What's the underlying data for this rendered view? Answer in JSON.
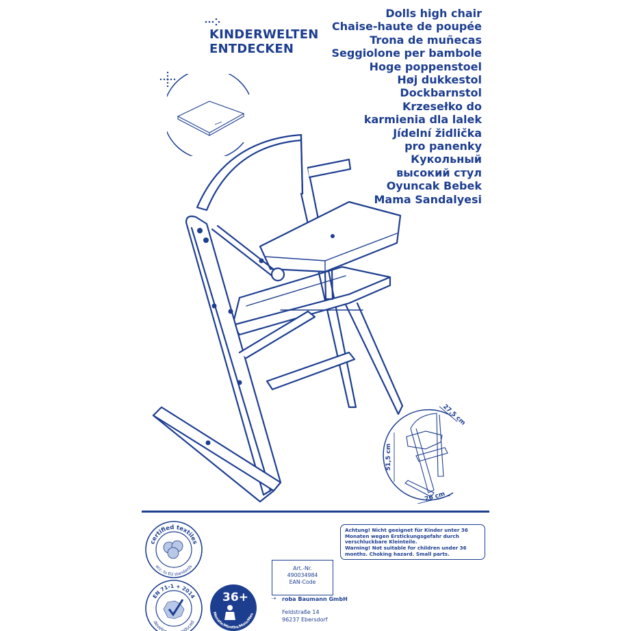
{
  "brand": {
    "line1": "KINDERWELTEN",
    "line2": "ENTDECKEN"
  },
  "titles": [
    "Dolls high chair",
    "Chaise-haute de poupée",
    "Trona de muñecas",
    "Seggiolone per bambole",
    "Hoge poppenstoel",
    "Høj dukkestol",
    "Dockbarnstol",
    "Krzesełko do",
    "karmienia dla lalek",
    "Jídelní židlička",
    "pro panenky",
    "Кукольный",
    "высокий стул",
    "Oyuncak Bebek",
    "Mama Sandalyesi"
  ],
  "dimensions": {
    "width": "26 cm",
    "depth": "27,5 cm",
    "height": "51,5 cm"
  },
  "warning": {
    "de": "Achtung! Nicht geeignet für Kinder unter 36 Monaten wegen Erstickungsgefahr durch verschluckbare Kleinteile.",
    "en": "Warning! Not suitable for children under 36 months. Choking hazard. Small parts."
  },
  "article": {
    "label": "Art.-Nr.",
    "number": "490034984",
    "ean_label": "EAN-Code"
  },
  "company": {
    "name": "roba Baumann GmbH",
    "street": "Feldstraße 14",
    "city": "96237 Ebersdorf"
  },
  "badges": {
    "textiles_top": "certified textiles",
    "textiles_bottom": "acc. to EU standards",
    "en_top": "EN 71-1 + 2014",
    "en_bottom": "developed & produced",
    "age": "36+",
    "age_sub": "Monate/Months/Mois/Mesi"
  },
  "colors": {
    "ink": "#1d3d8f"
  }
}
